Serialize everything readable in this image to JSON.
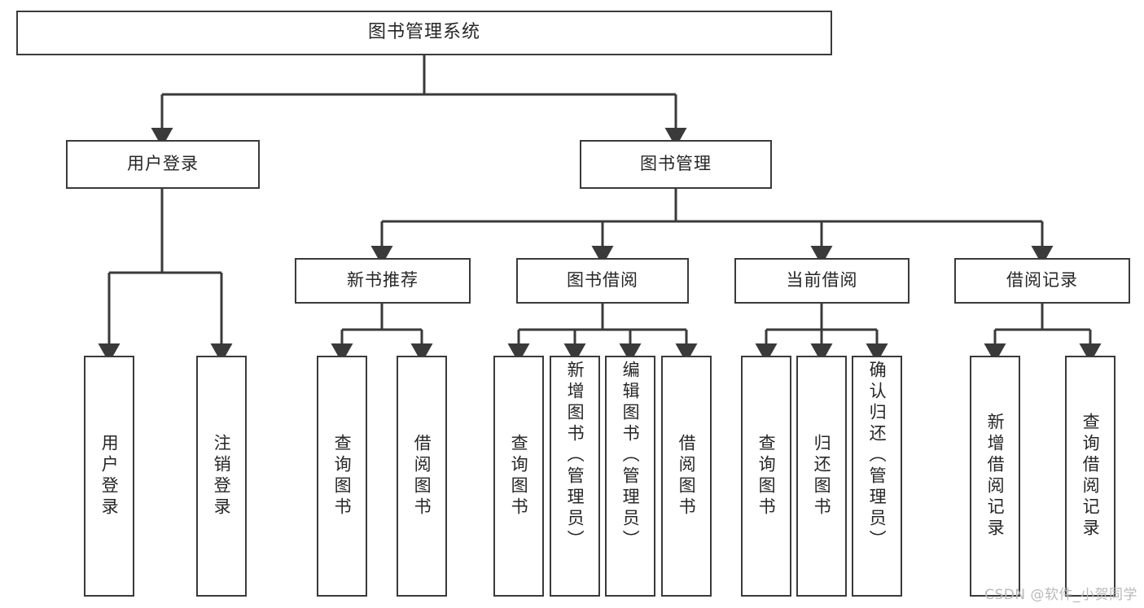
{
  "diagram": {
    "title_node": {
      "label": "图书管理系统"
    },
    "level1": [
      {
        "label": "用户登录"
      },
      {
        "label": "图书管理"
      }
    ],
    "level2": [
      {
        "label": "新书推荐"
      },
      {
        "label": "图书借阅"
      },
      {
        "label": "当前借阅"
      },
      {
        "label": "借阅记录"
      }
    ],
    "leaves": {
      "user_login": [
        {
          "label": "用户登录"
        },
        {
          "label": "注销登录"
        }
      ],
      "new_book_recommend": [
        {
          "label": "查询图书"
        },
        {
          "label": "借阅图书"
        }
      ],
      "book_borrow": [
        {
          "label": "查询图书"
        },
        {
          "label": "新增图书（管理员）"
        },
        {
          "label": "编辑图书（管理员）"
        },
        {
          "label": "借阅图书"
        }
      ],
      "current_borrow": [
        {
          "label": "查询图书"
        },
        {
          "label": "归还图书"
        },
        {
          "label": "确认归还（管理员）"
        }
      ],
      "borrow_record": [
        {
          "label": "新增借阅记录"
        },
        {
          "label": "查询借阅记录"
        }
      ]
    },
    "watermark": {
      "text": "CSDN @软件_小贺同学"
    },
    "colors": {
      "border": "#3a3a3a",
      "text": "#262626",
      "background": "#ffffff",
      "watermark": "#b9b9b9"
    }
  }
}
